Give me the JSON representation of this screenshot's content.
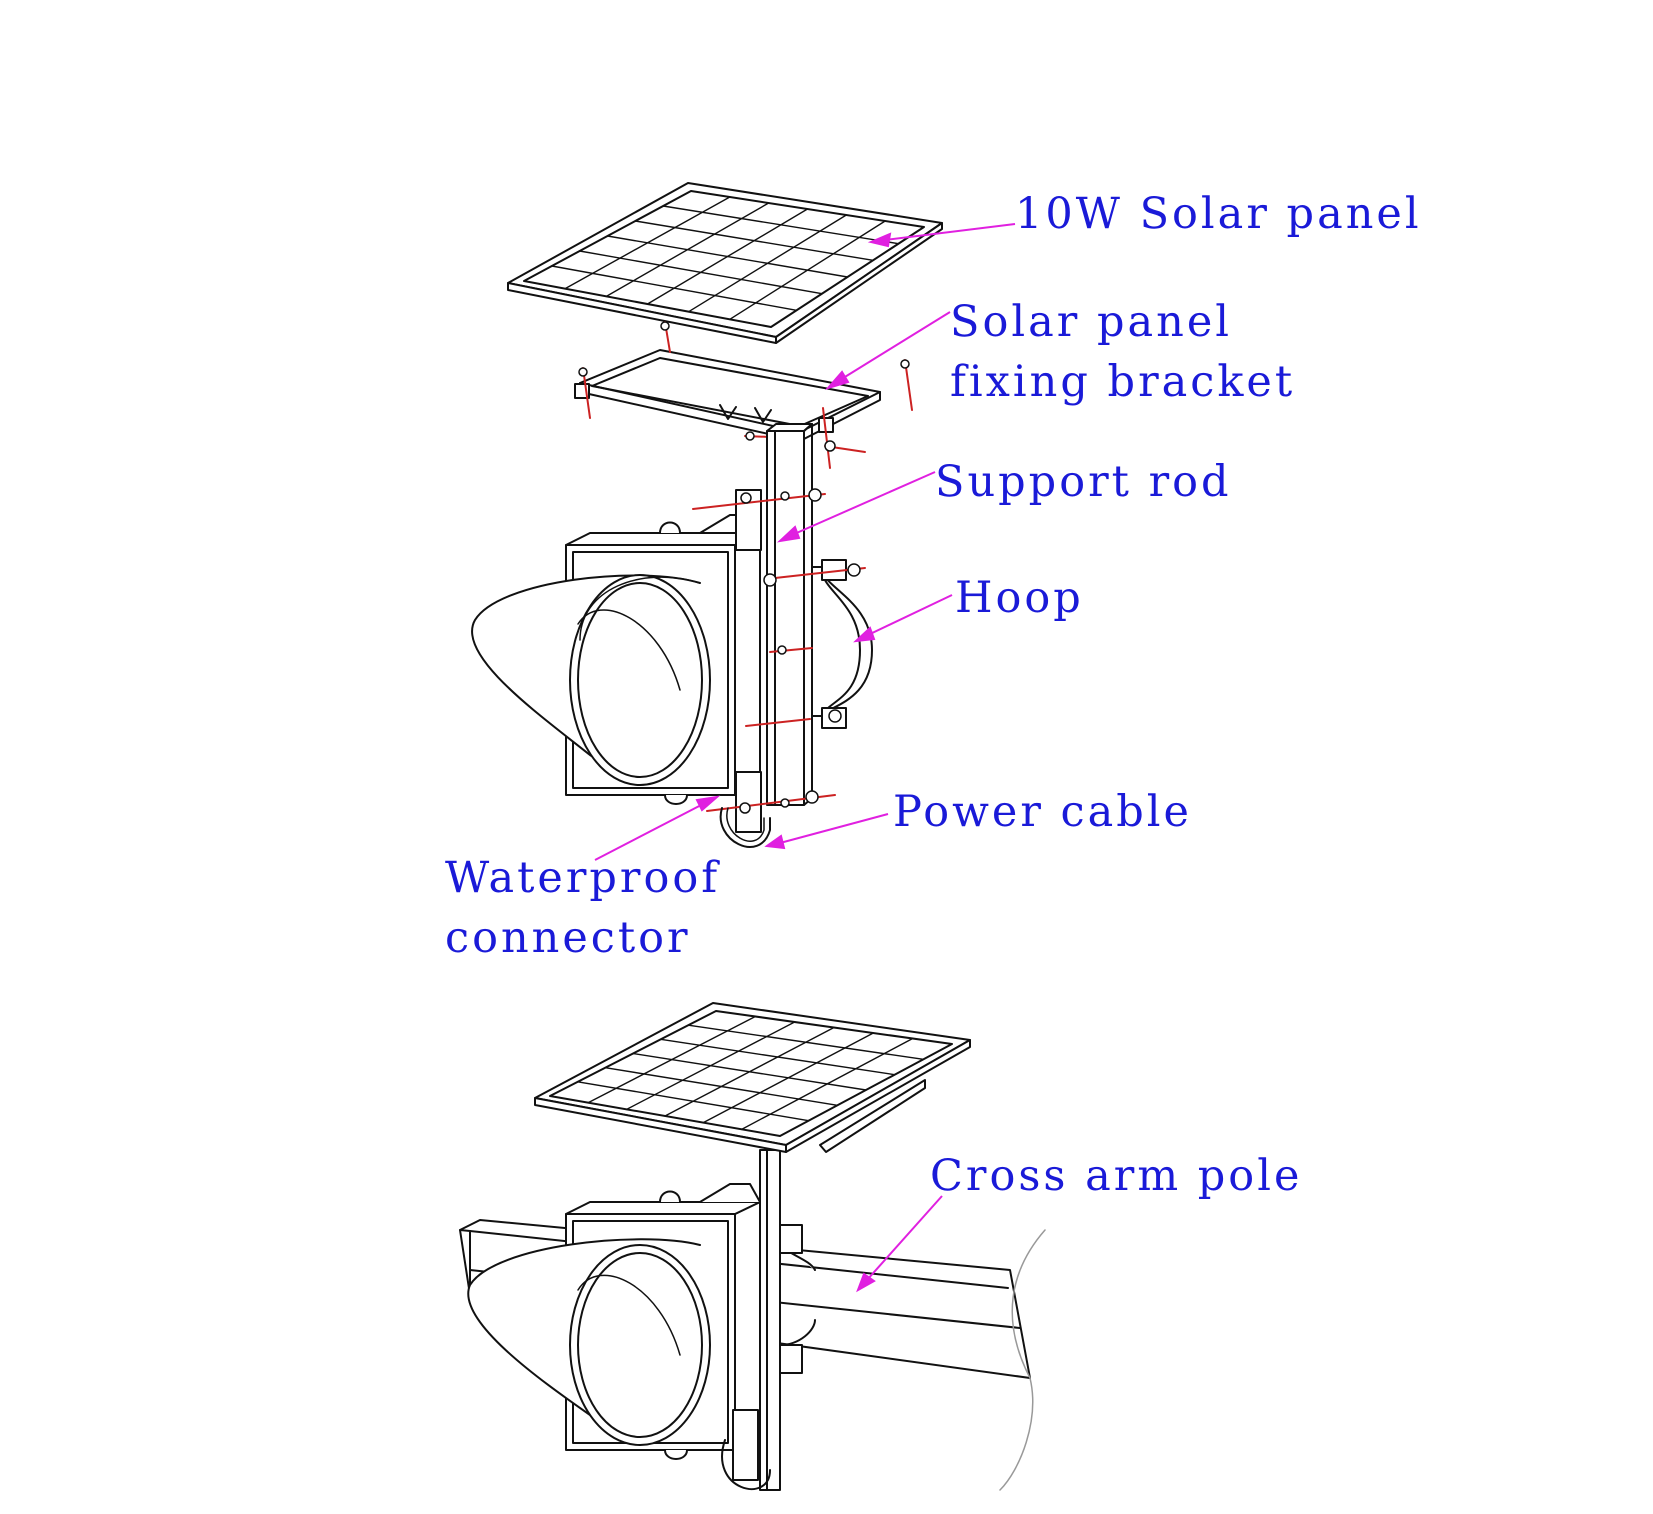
{
  "labels": {
    "solar_panel": "10W Solar panel",
    "bracket_line1": "Solar panel",
    "bracket_line2": "fixing bracket",
    "support_rod": "Support rod",
    "hoop": "Hoop",
    "power_cable": "Power cable",
    "waterproof_line1": "Waterproof",
    "waterproof_line2": "connector",
    "cross_arm_pole": "Cross arm pole"
  },
  "colors": {
    "label_text": "#1a1ad8",
    "leader_line": "#e020e0",
    "line_art": "#111111",
    "fastener": "#cc2222",
    "background": "#ffffff"
  }
}
